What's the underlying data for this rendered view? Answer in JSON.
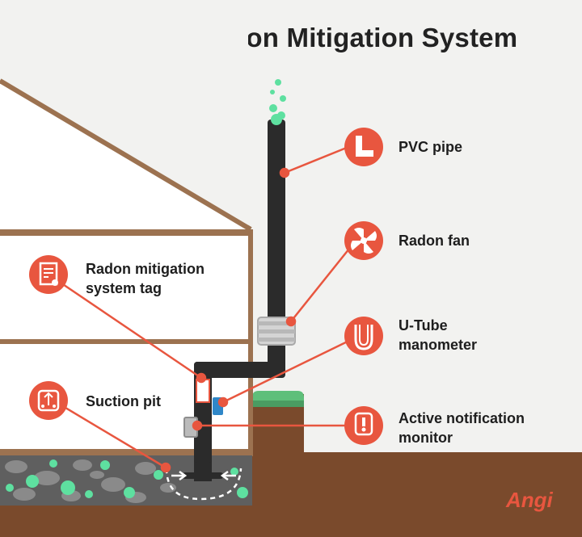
{
  "title": "Parts of a Radon Mitigation System",
  "labels": {
    "pvc_pipe": "PVC pipe",
    "radon_fan": "Radon fan",
    "u_tube_1": "U-Tube",
    "u_tube_2": "manometer",
    "tag_1": "Radon mitigation",
    "tag_2": "system tag",
    "suction_pit": "Suction pit",
    "monitor_1": "Active notification",
    "monitor_2": "monitor"
  },
  "logo": "Angi",
  "colors": {
    "accent": "#e8563f",
    "pipe": "#2b2b2b",
    "gravel_dot": "#5ee0a0",
    "soil": "#7a4a2c",
    "house_outline": "#9c7250"
  },
  "icons": [
    "pipe-elbow-icon",
    "fan-icon",
    "manometer-icon",
    "document-tag-icon",
    "suction-pit-icon",
    "alert-monitor-icon"
  ]
}
